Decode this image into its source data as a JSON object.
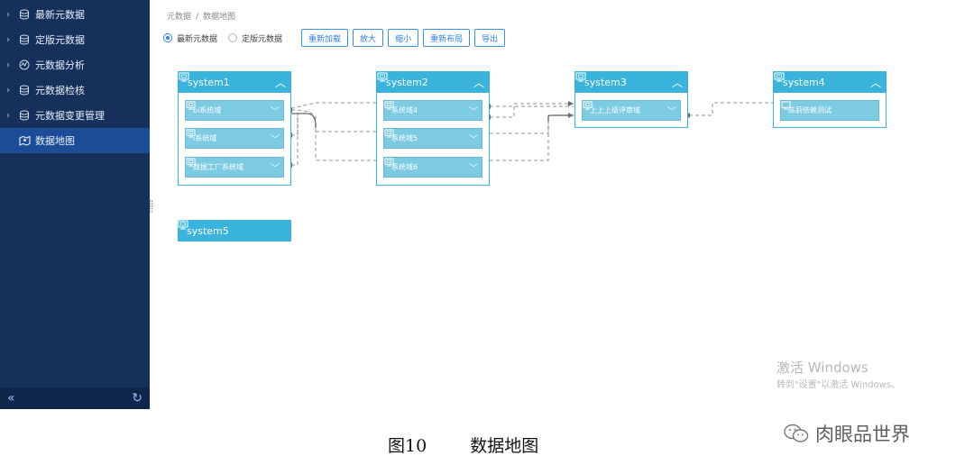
{
  "sidebar": {
    "items": [
      {
        "label": "最新元数据",
        "icon": "database-icon"
      },
      {
        "label": "定版元数据",
        "icon": "database-icon"
      },
      {
        "label": "元数据分析",
        "icon": "chart-pulse-icon"
      },
      {
        "label": "元数据检核",
        "icon": "database-icon"
      },
      {
        "label": "元数据变更管理",
        "icon": "database-icon"
      },
      {
        "label": "数据地图",
        "icon": "map-icon",
        "active": true
      }
    ],
    "collapse_icon": "«",
    "refresh_icon": "↻"
  },
  "breadcrumb": {
    "root": "元数据",
    "separator": "/",
    "current": "数据地图"
  },
  "toolbar": {
    "radio_latest": "最新元数据",
    "radio_fixed": "定版元数据",
    "reload": "重新加载",
    "zoom_in": "放大",
    "zoom_out": "缩小",
    "relayout": "重新布局",
    "export": "导出"
  },
  "systems": {
    "s1": {
      "title": "system1",
      "domains": [
        "bi系统域",
        "i系统域",
        "数据工厂系统域"
      ]
    },
    "s2": {
      "title": "system2",
      "domains": [
        "系统域4",
        "系统域5",
        "系统域6"
      ]
    },
    "s3": {
      "title": "system3",
      "domains": [
        "上上上级评审域"
      ]
    },
    "s4": {
      "title": "system4",
      "domains": [
        "陈莉依赖测试"
      ]
    },
    "s5": {
      "title": "system5"
    }
  },
  "watermark": {
    "line1": "激活 Windows",
    "line2": "转到\"设置\"以激活 Windows。"
  },
  "caption": {
    "figure": "图10",
    "title": "数据地图"
  },
  "brand": {
    "name": "肉眼品世界"
  }
}
